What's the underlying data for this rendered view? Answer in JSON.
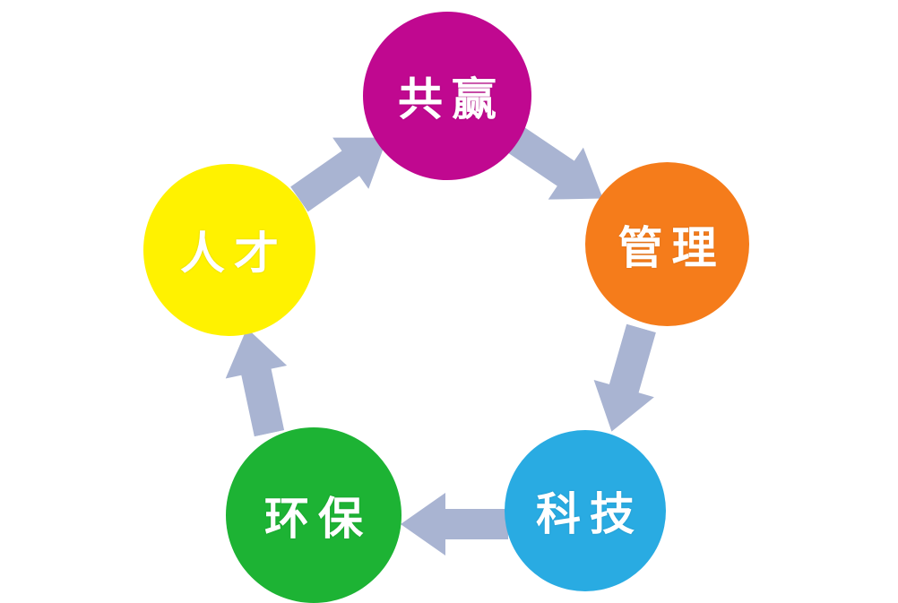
{
  "diagram": {
    "type": "cycle",
    "direction": "clockwise",
    "arrow_color": "#a9b4d2",
    "nodes": [
      {
        "id": "win-win",
        "label": "共赢",
        "color": "#c00890"
      },
      {
        "id": "management",
        "label": "管理",
        "color": "#f57c1b"
      },
      {
        "id": "technology",
        "label": "科技",
        "color": "#29abe2"
      },
      {
        "id": "environment",
        "label": "环保",
        "color": "#1db334"
      },
      {
        "id": "talent",
        "label": "人才",
        "color": "#fff200"
      }
    ],
    "edges": [
      {
        "from": "共赢",
        "to": "管理"
      },
      {
        "from": "管理",
        "to": "科技"
      },
      {
        "from": "科技",
        "to": "环保"
      },
      {
        "from": "环保",
        "to": "人才"
      },
      {
        "from": "人才",
        "to": "共赢"
      }
    ]
  }
}
